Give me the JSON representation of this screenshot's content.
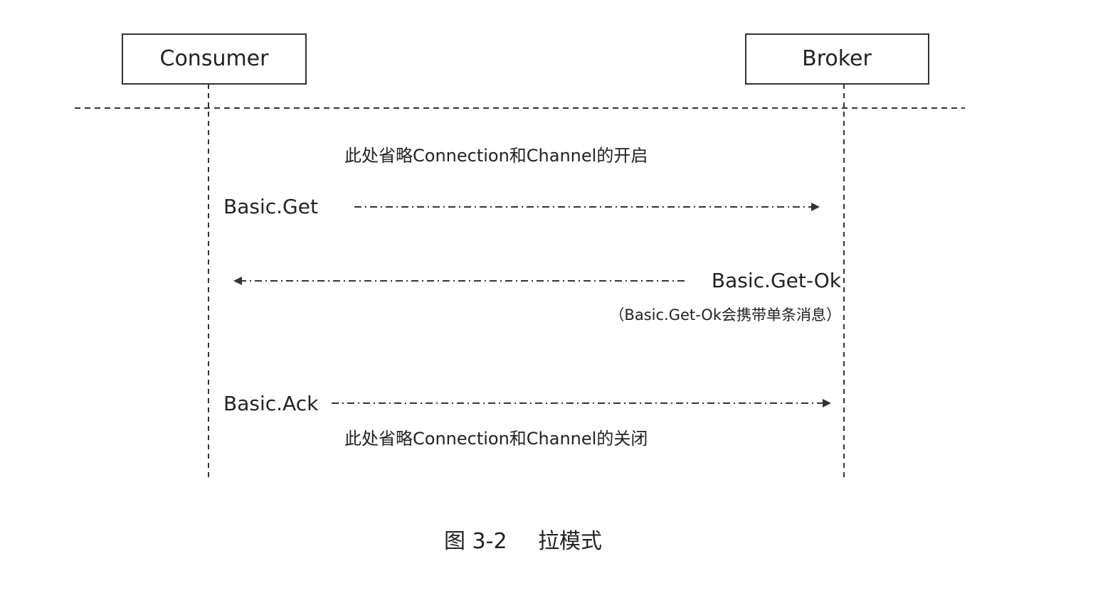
{
  "participants": {
    "consumer": "Consumer",
    "broker": "Broker"
  },
  "notes": {
    "open": "此处省略Connection和Channel的开启",
    "close": "此处省略Connection和Channel的关闭"
  },
  "messages": {
    "get": "Basic.Get",
    "get_ok": "Basic.Get-Ok",
    "get_ok_note": "（Basic.Get-Ok会携带单条消息）",
    "ack": "Basic.Ack"
  },
  "caption": {
    "number": "图 3-2",
    "title": "拉模式"
  },
  "colors": {
    "line": "#333333",
    "text": "#222222"
  }
}
